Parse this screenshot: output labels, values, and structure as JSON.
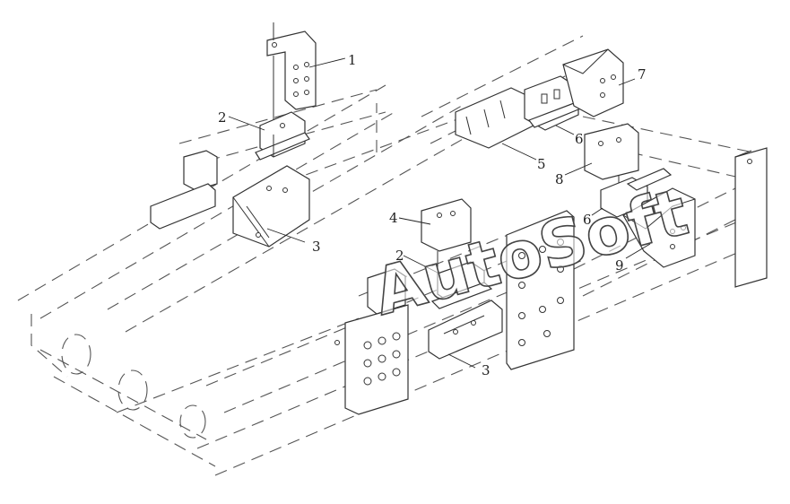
{
  "diagram": {
    "watermark": "AutoSoft",
    "callouts": [
      {
        "id": "c1",
        "text": "1"
      },
      {
        "id": "c2a",
        "text": "2"
      },
      {
        "id": "c2b",
        "text": "2"
      },
      {
        "id": "c3a",
        "text": "3"
      },
      {
        "id": "c3b",
        "text": "3"
      },
      {
        "id": "c4",
        "text": "4"
      },
      {
        "id": "c5",
        "text": "5"
      },
      {
        "id": "c6a",
        "text": "6"
      },
      {
        "id": "c6b",
        "text": "6"
      },
      {
        "id": "c7",
        "text": "7"
      },
      {
        "id": "c8",
        "text": "8"
      },
      {
        "id": "c9",
        "text": "9"
      }
    ]
  },
  "colors": {
    "line": "#333333",
    "background": "#ffffff"
  }
}
